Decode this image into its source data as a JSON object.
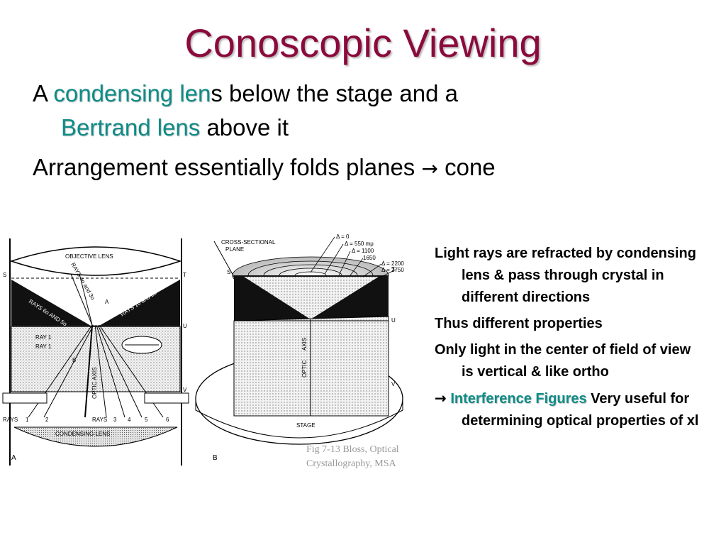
{
  "slide": {
    "title": "Conoscopic Viewing",
    "line1_a": "A ",
    "line1_b": "condensing len",
    "line1_c": "s below the stage and a",
    "line2_b": "Bertrand lens",
    "line2_c": " above it",
    "line3_a": "Arrangement essentially folds planes ",
    "line3_arrow": "→",
    "line3_b": " cone"
  },
  "notes": {
    "p1": "Light rays are refracted by condensing lens & pass through crystal in different directions",
    "p2": "Thus different properties",
    "p3": "Only light in the center of field of view is vertical & like ortho",
    "p4_arrow": "→",
    "p4_hl": "Interference Figures",
    "p4_rest": " Very useful for determining optical properties of xl"
  },
  "figure_a": {
    "objective": "OBJECTIVE LENS",
    "condensing": "CONDENSING LENS",
    "rays_left": "RAYS 6o AND 5o",
    "rays_right": "RAYS 1o and 2o",
    "rays_top": "RAYS 4o and 3o",
    "ray1": "RAY 1",
    "ray1b": "RAY 1",
    "optic_axis": "OPTIC AXIS",
    "rays_bottom_l": "RAYS",
    "rays_bottom_r": "RAYS",
    "num1": "1",
    "num2": "2",
    "num3": "3",
    "num4": "4",
    "num5": "5",
    "num6": "6",
    "s": "S",
    "t": "T",
    "u": "U",
    "v": "V",
    "a": "A",
    "b": "B",
    "label": "A"
  },
  "figure_b": {
    "cross_section": "CROSS-SECTIONAL",
    "plane": "PLANE",
    "d0": "Δ = 0",
    "d1": "Δ = 550 mμ",
    "d2": "Δ = 1100",
    "d3": "1650",
    "d4": "Δ = 2200",
    "d5": "Δ = 2750",
    "optic": "OPTIC",
    "axis": "AXIS",
    "stage": "STAGE",
    "s": "S",
    "t": "T",
    "u": "U",
    "v": "V",
    "label": "B"
  },
  "caption": {
    "line1": "Fig 7-13 Bloss, Optical",
    "line2": "Crystallography, MSA"
  }
}
